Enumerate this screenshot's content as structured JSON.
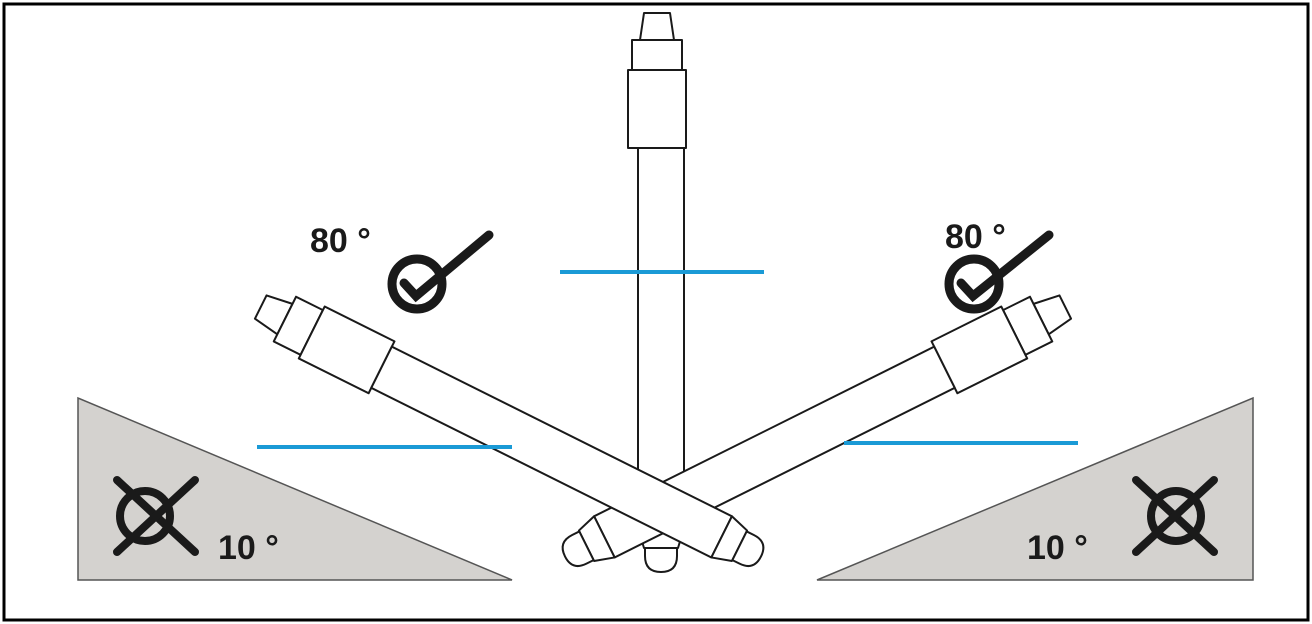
{
  "labels": {
    "left_ok_angle": "80 °",
    "right_ok_angle": "80 °",
    "left_bad_angle": "10 °",
    "right_bad_angle": "10 °"
  },
  "icons": {
    "ok": "check-circle-icon",
    "bad": "crossed-circle-icon"
  },
  "colors": {
    "level_line": "#1a9ad6",
    "wedge_fill": "#d4d2cf",
    "outline": "#1a1a1a"
  }
}
